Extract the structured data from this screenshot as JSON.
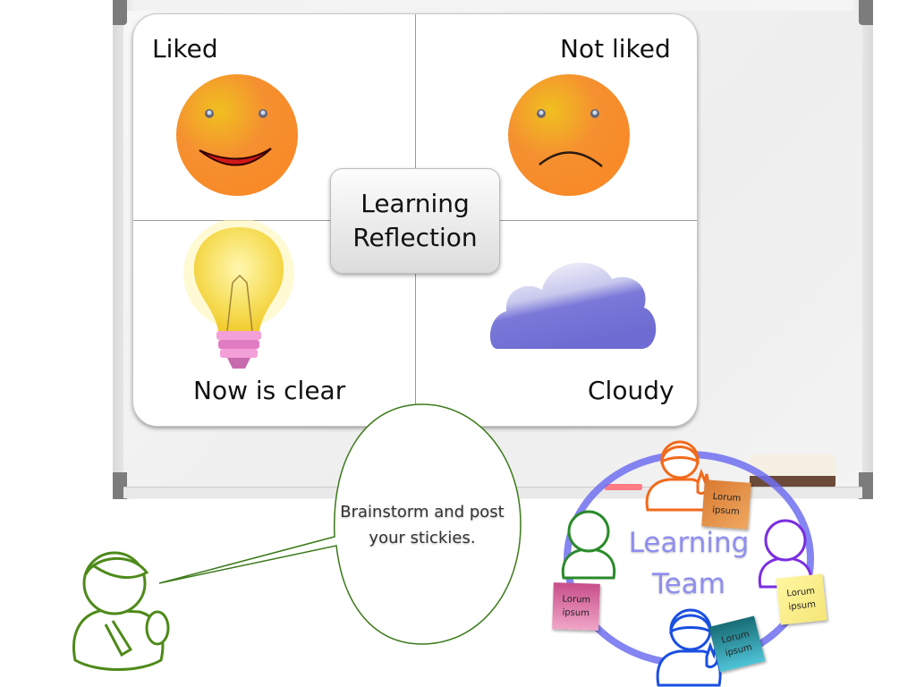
{
  "board": {
    "quadrants": [
      {
        "id": "liked",
        "label": "Liked",
        "icon": "smiley-face-icon"
      },
      {
        "id": "not-liked",
        "label": "Not liked",
        "icon": "sad-face-icon"
      },
      {
        "id": "now-is-clear",
        "label": "Now is clear",
        "icon": "lightbulb-icon"
      },
      {
        "id": "cloudy",
        "label": "Cloudy",
        "icon": "cloud-icon"
      }
    ],
    "center": {
      "line1": "Learning",
      "line2": "Reflection"
    }
  },
  "speech": {
    "line1": "Brainstorm and post",
    "line2": "your stickies."
  },
  "team": {
    "title_line1": "Learning",
    "title_line2": "Team",
    "ring_color": "#6f6ff0",
    "members": [
      {
        "name": "orange-member",
        "color": "#f26a1b"
      },
      {
        "name": "green-member",
        "color": "#2a8a2a"
      },
      {
        "name": "purple-member",
        "color": "#7a2ee0"
      },
      {
        "name": "blue-member",
        "color": "#1a4fe0"
      }
    ],
    "stickies": [
      {
        "line1": "Lorum",
        "line2": "ipsum",
        "color": "#e8964a"
      },
      {
        "line1": "Lorum",
        "line2": "ipsum",
        "color": "#d9679a"
      },
      {
        "line1": "Lorum",
        "line2": "ipsum",
        "color": "#f7ec8a"
      },
      {
        "line1": "Lorum",
        "line2": "ipsum",
        "color": "#1f8c96"
      }
    ]
  },
  "presenter": {
    "color": "#4e8a1a"
  }
}
